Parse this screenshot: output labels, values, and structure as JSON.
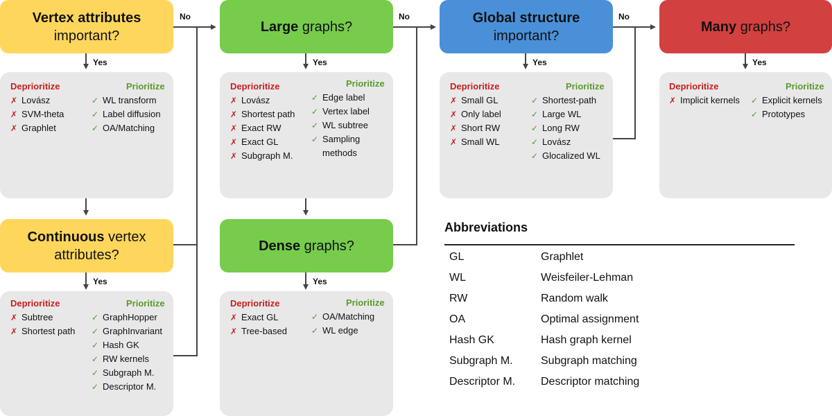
{
  "questions": {
    "vertex_attributes": {
      "bold": "Vertex attributes",
      "rest": "important?"
    },
    "continuous": {
      "bold": "Continuous",
      "rest1": " vertex",
      "rest2": "attributes?"
    },
    "large": {
      "bold": "Large",
      "rest": " graphs?"
    },
    "dense": {
      "bold": "Dense",
      "rest": " graphs?"
    },
    "global": {
      "bold": "Global structure",
      "rest": "important?"
    },
    "many": {
      "bold": "Many",
      "rest": " graphs?"
    }
  },
  "edge_labels": {
    "yes": "Yes",
    "no": "No"
  },
  "panel_headers": {
    "deprioritize": "Deprioritize",
    "prioritize": "Prioritize"
  },
  "panels": {
    "vertex_attributes": {
      "deprioritize": [
        "Lovász",
        "SVM-theta",
        "Graphlet"
      ],
      "prioritize": [
        "WL transform",
        "Label diffusion",
        "OA/Matching"
      ]
    },
    "continuous": {
      "deprioritize": [
        "Subtree",
        "Shortest path"
      ],
      "prioritize": [
        "GraphHopper",
        "GraphInvariant",
        "Hash GK",
        "RW kernels",
        "Subgraph M.",
        "Descriptor M."
      ]
    },
    "large": {
      "deprioritize": [
        "Lovász",
        "Shortest path",
        "Exact RW",
        "Exact GL",
        "Subgraph M."
      ],
      "prioritize": [
        "Edge label",
        "Vertex label",
        "WL subtree",
        "Sampling",
        "methods"
      ]
    },
    "dense": {
      "deprioritize": [
        "Exact GL",
        "Tree-based"
      ],
      "prioritize": [
        "OA/Matching",
        "WL edge"
      ]
    },
    "global": {
      "deprioritize": [
        "Small GL",
        "Only label",
        "Short RW",
        "Small WL"
      ],
      "prioritize": [
        "Shortest-path",
        "Large WL",
        "Long RW",
        "Lovász",
        "Glocalized WL"
      ]
    },
    "many": {
      "deprioritize": [
        "Implicit kernels"
      ],
      "prioritize": [
        "Explicit kernels",
        "Prototypes"
      ]
    }
  },
  "abbreviations": {
    "title": "Abbreviations",
    "rows": [
      {
        "abbr": "GL",
        "full": "Graphlet"
      },
      {
        "abbr": "WL",
        "full": "Weisfeiler-Lehman"
      },
      {
        "abbr": "RW",
        "full": "Random walk"
      },
      {
        "abbr": "OA",
        "full": "Optimal assignment"
      },
      {
        "abbr": "Hash GK",
        "full": "Hash graph kernel"
      },
      {
        "abbr": "Subgraph M.",
        "full": "Subgraph matching"
      },
      {
        "abbr": "Descriptor M.",
        "full": "Descriptor matching"
      }
    ]
  },
  "colors": {
    "yellow": "#ffd65c",
    "green": "#77cc4c",
    "blue": "#4a90d9",
    "red": "#d34040",
    "deprioritize": "#c81e1e",
    "prioritize": "#5a9a2c",
    "panel": "#e8e8e8"
  }
}
